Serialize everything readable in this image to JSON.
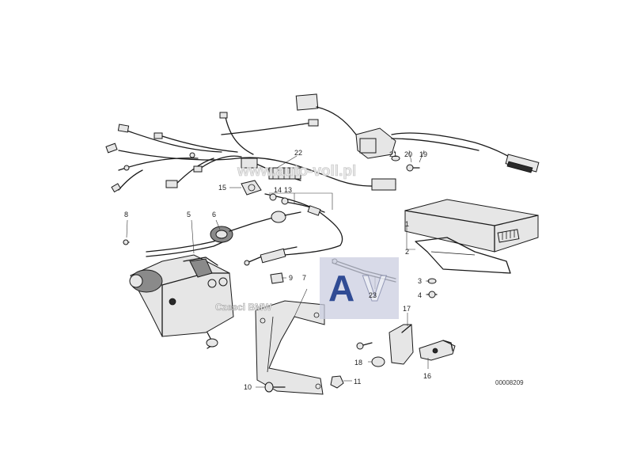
{
  "callouts": {
    "c1": "1",
    "c2": "2",
    "c3": "3",
    "c4": "4",
    "c5": "5",
    "c6": "6",
    "c7": "7",
    "c8": "8",
    "c9": "9",
    "c10": "10",
    "c11": "11",
    "c13": "13",
    "c14": "14",
    "c15": "15",
    "c16": "16",
    "c17": "17",
    "c18": "18",
    "c19": "19",
    "c20": "20",
    "c21": "21",
    "c22": "22",
    "c23": "23"
  },
  "reference": "00008209",
  "watermark": {
    "url": "www.auto-voll.pl",
    "subtitle": "Czesci BMW",
    "logo_letters": [
      "A",
      "V"
    ],
    "colors": {
      "panel": "#c9cde0",
      "letter_a": "#1f3c8c",
      "letter_v": "#e9ebf2"
    }
  }
}
